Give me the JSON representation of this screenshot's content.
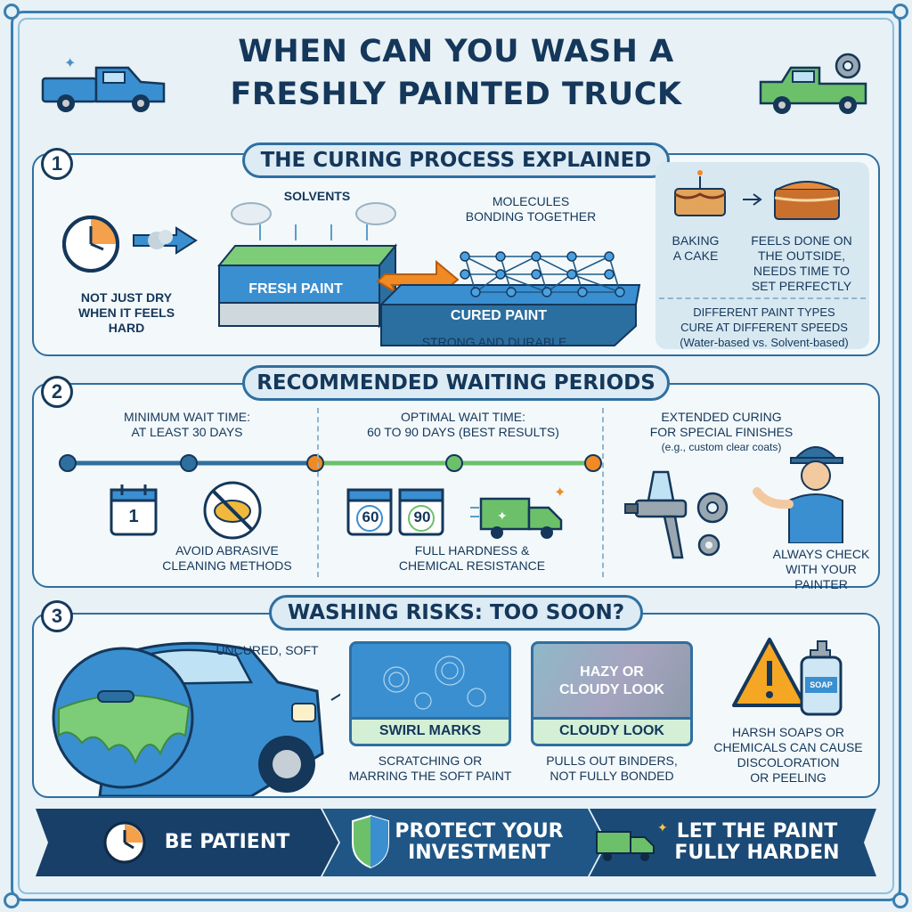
{
  "title": {
    "line1": "WHEN CAN YOU WASH A",
    "line2": "FRESHLY PAINTED TRUCK"
  },
  "section1": {
    "number": "1",
    "heading": "THE CURING PROCESS EXPLAINED",
    "not_dry_l1": "NOT JUST DRY",
    "not_dry_l2": "WHEN IT FEELS",
    "not_dry_l3": "HARD",
    "solvents": "SOLVENTS",
    "molecules_l1": "MOLECULES",
    "molecules_l2": "BONDING TOGETHER",
    "fresh_paint": "FRESH PAINT",
    "cured_paint": "CURED PAINT",
    "strong": "STRONG AND DURABLE",
    "baking_l1": "BAKING",
    "baking_l2": "A CAKE",
    "feels_l1": "FEELS DONE ON",
    "feels_l2": "THE OUTSIDE,",
    "feels_l3": "NEEDS TIME TO",
    "feels_l4": "SET PERFECTLY",
    "types_l1": "DIFFERENT PAINT TYPES",
    "types_l2": "CURE AT DIFFERENT SPEEDS",
    "types_l3": "(Water-based vs. Solvent-based)"
  },
  "section2": {
    "number": "2",
    "heading": "RECOMMENDED WAITING PERIODS",
    "min_l1": "MINIMUM WAIT TIME:",
    "min_l2": "AT LEAST 30 DAYS",
    "opt_l1": "OPTIMAL WAIT TIME:",
    "opt_l2": "60 TO 90 DAYS (BEST RESULTS)",
    "ext_l1": "EXTENDED CURING",
    "ext_l2": "FOR SPECIAL FINISHES",
    "ext_l3": "(e.g., custom clear coats)",
    "cal1": "1",
    "cal60": "60",
    "cal90": "90",
    "avoid_l1": "AVOID ABRASIVE",
    "avoid_l2": "CLEANING METHODS",
    "full_l1": "FULL HARDNESS &",
    "full_l2": "CHEMICAL RESISTANCE",
    "check_l1": "ALWAYS CHECK",
    "check_l2": "WITH YOUR PAINTER"
  },
  "section3": {
    "number": "3",
    "heading": "WASHING RISKS: TOO SOON?",
    "uncured": "UNCURED, SOFT",
    "swirl": "SWIRL MARKS",
    "swirl_l1": "SCRATCHING OR",
    "swirl_l2": "MARRING THE SOFT PAINT",
    "hazy_l1": "HAZY OR",
    "hazy_l2": "CLOUDY LOOK",
    "cloudy": "CLOUDY LOOK",
    "pulls_l1": "PULLS OUT BINDERS,",
    "pulls_l2": "NOT FULLY BONDED",
    "soap": "SOAP",
    "harsh_l1": "HARSH SOAPS OR",
    "harsh_l2": "CHEMICALS CAN CAUSE",
    "harsh_l3": "DISCOLORATION",
    "harsh_l4": "OR PEELING"
  },
  "banner": {
    "b1": "BE PATIENT",
    "b2_l1": "PROTECT YOUR",
    "b2_l2": "INVESTMENT",
    "b3_l1": "LET THE PAINT",
    "b3_l2": "FULLY HARDEN"
  },
  "colors": {
    "navy": "#14375a",
    "blue": "#2f6fa0",
    "green": "#6cc06a",
    "orange": "#f08a24"
  },
  "icons": [
    "clock-icon",
    "cloud-icon",
    "arrow-icon",
    "cake-icon",
    "calendar-icon",
    "no-sponge-icon",
    "delivery-truck-icon",
    "spray-gun-icon",
    "gear-icon",
    "painter-figure",
    "warning-icon",
    "soap-bottle-icon",
    "shield-icon"
  ]
}
